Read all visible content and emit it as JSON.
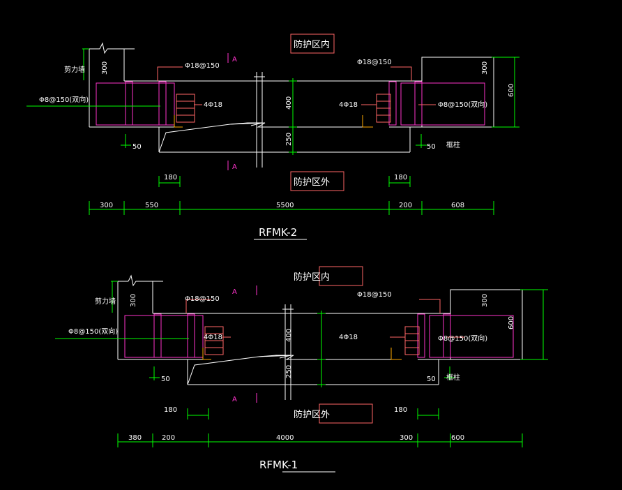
{
  "colors": {
    "background": "#000000",
    "outline": "#ffffff",
    "rebar": "#ff33cc",
    "dimension": "#00ff00",
    "leader": "#ff6666",
    "text_box": "#ff6666",
    "hatch": "#ffaa00"
  },
  "drawings": [
    {
      "id": "rfmk2",
      "title": "RFMK-2",
      "zone_inside": "防护区内",
      "zone_outside": "防护区外",
      "section_mark": "A",
      "wall_label": "剪力墙",
      "column_label": "框柱",
      "stirrup_left": "Φ8@150(双向)",
      "stirrup_right": "Φ8@150(双向)",
      "rebar_top_left": "Φ18@150",
      "rebar_top_right": "Φ18@150",
      "bars_left": "4Φ18",
      "bars_right": "4Φ18",
      "dim_wall_height": "300",
      "dim_col_height": "300",
      "dim_total_height": "600",
      "dim_beam_depth": "400",
      "dim_slab_depth": "250",
      "dim_left_50": "50",
      "dim_right_50": "50",
      "dim_left_180": "180",
      "dim_right_180": "180",
      "bottom_dims": [
        "300",
        "550",
        "5500",
        "200",
        "608"
      ]
    },
    {
      "id": "rfmk1",
      "title": "RFMK-1",
      "zone_inside": "防护区内",
      "zone_outside": "防护区外",
      "section_mark": "A",
      "wall_label": "剪力墙",
      "column_label": "框柱",
      "stirrup_left": "Φ8@150(双向)",
      "stirrup_right": "Φ8@150(双向)",
      "rebar_top_left": "Φ18@150",
      "rebar_top_right": "Φ18@150",
      "bars_left": "4Φ18",
      "bars_right": "4Φ18",
      "dim_wall_height": "300",
      "dim_col_height": "300",
      "dim_total_height": "600",
      "dim_beam_depth": "400",
      "dim_slab_depth": "250",
      "dim_left_50": "50",
      "dim_right_50": "50",
      "dim_left_180": "180",
      "dim_right_180": "180",
      "bottom_dims": [
        "380",
        "200",
        "4000",
        "300",
        "600"
      ]
    }
  ]
}
